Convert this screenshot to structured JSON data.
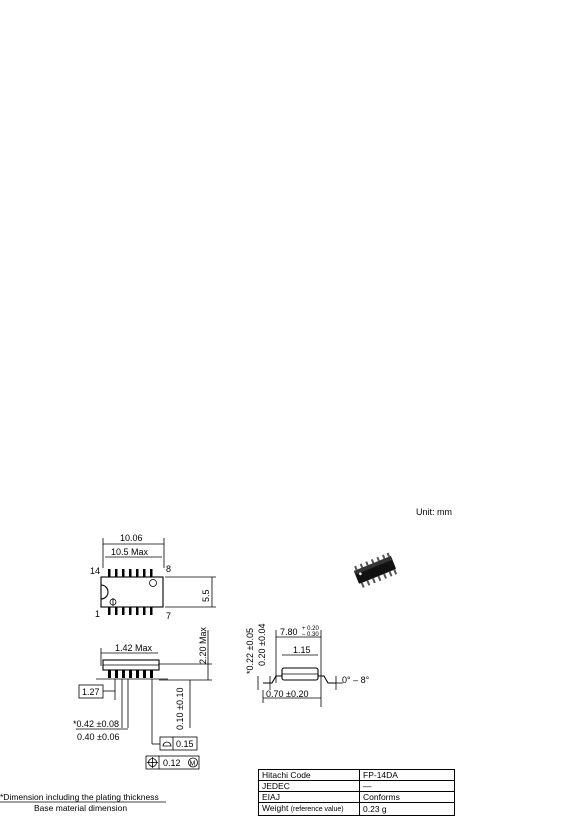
{
  "unit_label": "Unit: mm",
  "top_view": {
    "width_outer": "10.06",
    "width_max": "10.5 Max",
    "pin_tl": "14",
    "pin_tr": "8",
    "pin_bl": "1",
    "pin_br": "7",
    "height": "5.5"
  },
  "side_view": {
    "lead_span_max": "1.42 Max",
    "pitch": "1.27",
    "height_max": "2.20 Max",
    "standoff": "0.10 ±0.10",
    "lead_width_plated": "*0.42 ±0.08",
    "lead_width_base": "0.40 ±0.06",
    "flatness": "0.15",
    "position_tol": "0.12"
  },
  "end_view": {
    "thk_plated": "*0.22 ±0.05",
    "thk_base": "0.20 ±0.04",
    "span": "7.80",
    "span_tol_plus": "+ 0.20",
    "span_tol_minus": "– 0.30",
    "lead_len": "1.15",
    "angle": "0° – 8°",
    "foot": "0.70 ±0.20"
  },
  "footnote": {
    "line1": "*Dimension including the plating thickness",
    "line2": "Base material dimension"
  },
  "info_table": {
    "rows": [
      {
        "key": "Hitachi Code",
        "value": "FP-14DA"
      },
      {
        "key": "JEDEC",
        "value": "—"
      },
      {
        "key": "EIAJ",
        "value": "Conforms"
      },
      {
        "key": "Weight",
        "key_suffix": "(reference value)",
        "value": "0.23 g"
      }
    ]
  }
}
